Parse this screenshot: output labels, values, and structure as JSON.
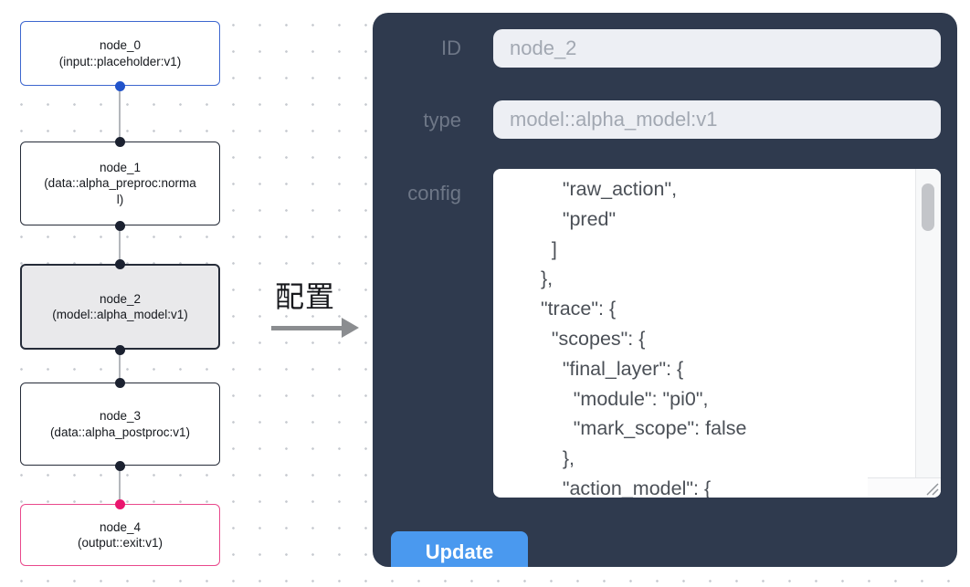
{
  "flow": {
    "nodes": [
      {
        "id": "node_0",
        "label": "node_0",
        "subtitle": "(input::placeholder:v1)",
        "border_color": "#3d66cf",
        "dot_color": "#2153cb",
        "fill": "#ffffff",
        "selected": false
      },
      {
        "id": "node_1",
        "label": "node_1",
        "subtitle": "(data::alpha_preproc:normal)",
        "border_color": "#252b38",
        "dot_color": "#1b2130",
        "fill": "#ffffff",
        "selected": false
      },
      {
        "id": "node_2",
        "label": "node_2",
        "subtitle": "(model::alpha_model:v1)",
        "border_color": "#262c39",
        "dot_color": "#1b2130",
        "fill": "#e9e9eb",
        "selected": true
      },
      {
        "id": "node_3",
        "label": "node_3",
        "subtitle": "(data::alpha_postproc:v1)",
        "border_color": "#252b38",
        "dot_color": "#1b2130",
        "fill": "#ffffff",
        "selected": false
      },
      {
        "id": "node_4",
        "label": "node_4",
        "subtitle": "(output::exit:v1)",
        "border_color": "#e9498c",
        "dot_color": "#ea156e",
        "fill": "#ffffff",
        "selected": false
      }
    ]
  },
  "annotation": {
    "label": "配置"
  },
  "panel": {
    "fields": [
      {
        "label": "ID",
        "value": "node_2"
      },
      {
        "label": "type",
        "value": "model::alpha_model:v1"
      },
      {
        "label": "config",
        "value": "      \"raw_action\",\n      \"pred\"\n    ]\n  },\n  \"trace\": {\n    \"scopes\": {\n      \"final_layer\": {\n        \"module\": \"pi0\",\n        \"mark_scope\": false\n      },\n      \"action_model\": {"
      }
    ],
    "update_button_label": "Update"
  },
  "colors": {
    "panel_background": "#2f3a4e",
    "input_background": "#edeff4",
    "button_blue": "#4a99ef",
    "node_blue": "#3d66cf",
    "node_pink": "#e9498c",
    "selected_fill": "#e9e9eb",
    "edge_gray": "#b4b7bc",
    "arrow_gray": "#8b8d90"
  }
}
